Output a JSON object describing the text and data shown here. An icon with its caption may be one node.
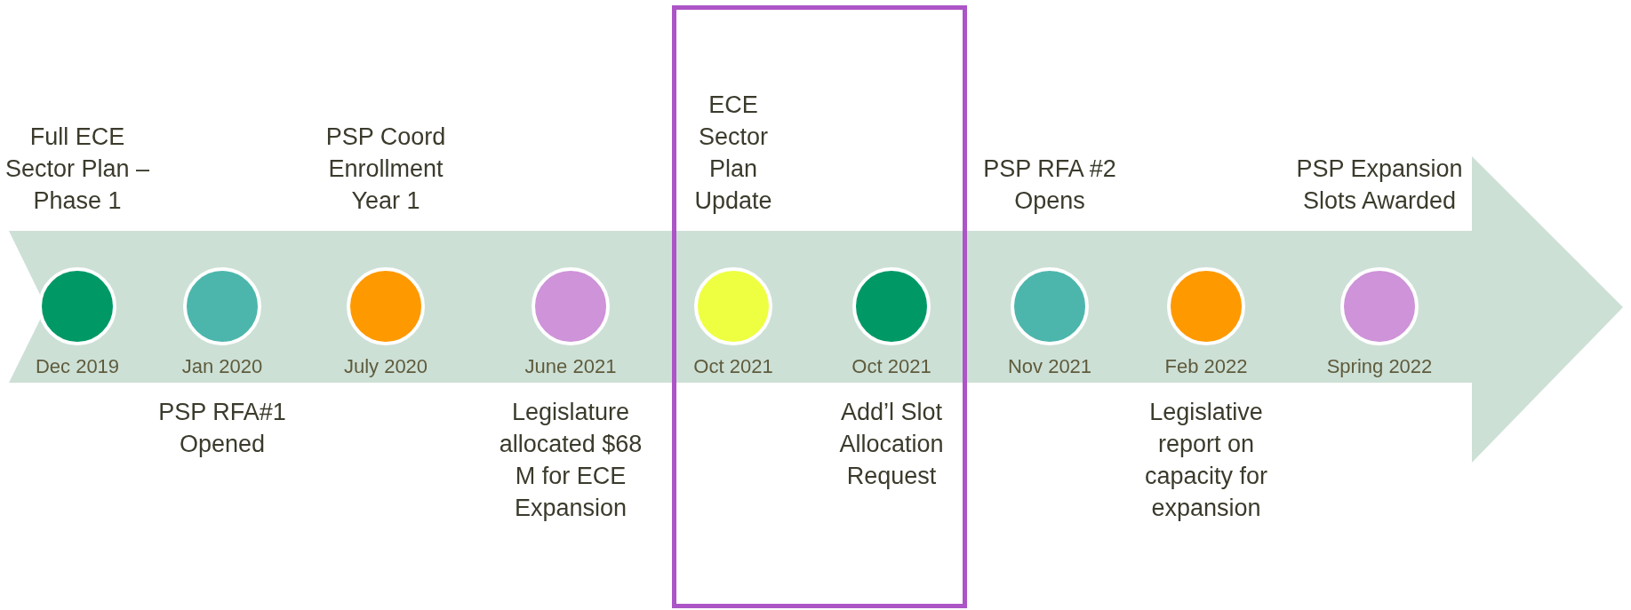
{
  "diagram": {
    "nodes": [
      {
        "text": [],
        "shape": "box"
      },
      {
        "text": [],
        "shape": "circle",
        "beside": [
          "Full ECE Sector Plan – Phase 1",
          "Dec 2019"
        ]
      },
      {
        "text": [],
        "shape": "circle",
        "beside": [
          "PSP RFA#1 Opened",
          "Jan 2020"
        ]
      },
      {
        "text": [],
        "shape": "circle",
        "beside": [
          "PSP Coord Enrollment Year 1",
          "July 2020"
        ]
      },
      {
        "text": [],
        "shape": "circle",
        "beside": [
          "Legislature allocated $68 M for ECE Expansion",
          "June 2021"
        ]
      },
      {
        "text": [],
        "shape": "circle",
        "in": 0,
        "beside": [
          "ECE Sector Plan Update",
          "Oct 2021"
        ]
      },
      {
        "text": [],
        "shape": "circle",
        "in": 0,
        "beside": [
          "Add’l Slot Allocation Request",
          "Oct 2021"
        ]
      },
      {
        "text": [],
        "shape": "circle",
        "beside": [
          "PSP RFA #2 Opens",
          "Nov 2021"
        ]
      },
      {
        "text": [],
        "shape": "circle",
        "beside": [
          "Legislative report on capacity for expansion",
          "Feb 2022"
        ]
      },
      {
        "text": [],
        "shape": "circle",
        "beside": [
          "PSP Expansion Slots Awarded",
          "Spring 2022"
        ]
      }
    ]
  }
}
